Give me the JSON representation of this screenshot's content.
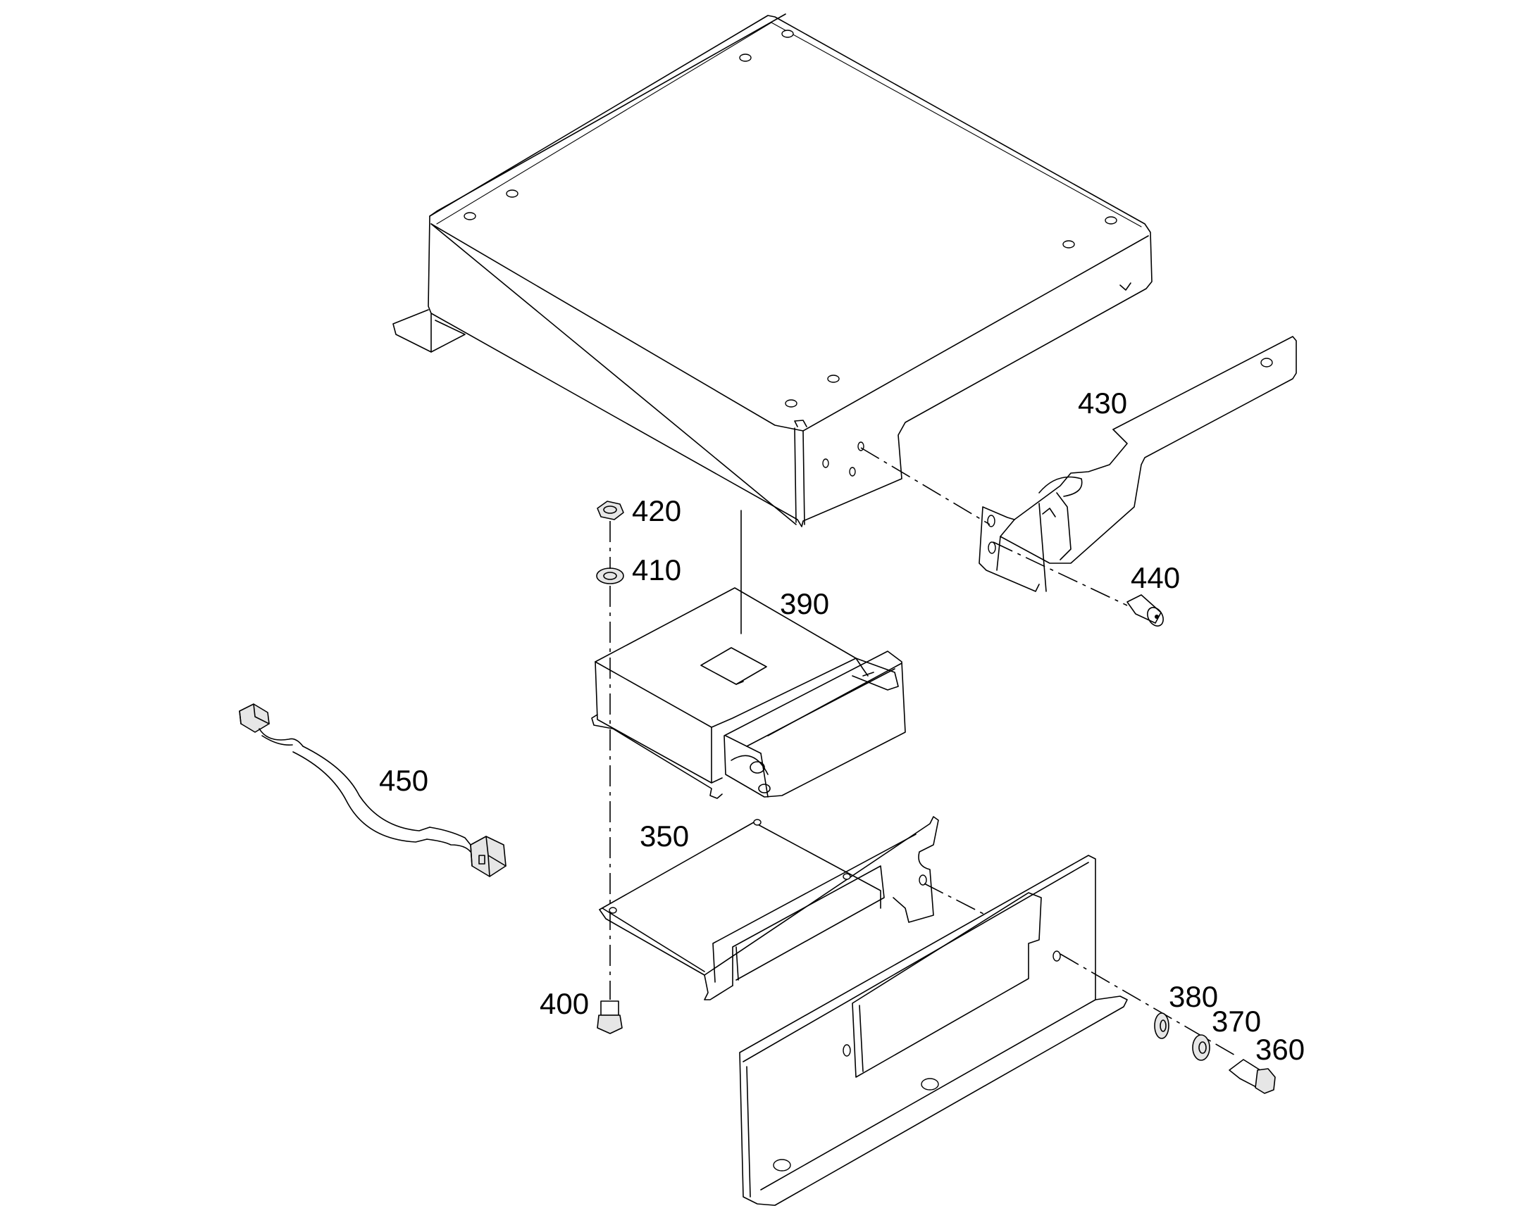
{
  "labels": {
    "p350": "350",
    "p360": "360",
    "p370": "370",
    "p380": "380",
    "p390": "390",
    "p400": "400",
    "p410": "410",
    "p420": "420",
    "p430": "430",
    "p440": "440",
    "p450": "450"
  }
}
